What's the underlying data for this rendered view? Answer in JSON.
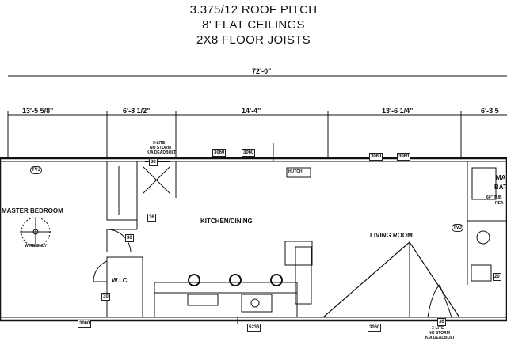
{
  "header": {
    "line1": "3.375/12 ROOF PITCH",
    "line2": "8' FLAT CEILINGS",
    "line3": "2X8 FLOOR JOISTS"
  },
  "dimensions": {
    "overall": "72'-0\"",
    "seg1": "13'-5 5/8\"",
    "seg2": "6'-8 1/2\"",
    "seg3": "14'-4\"",
    "seg4": "13'-6 1/4\"",
    "seg5": "6'-3 5"
  },
  "rooms": {
    "master_bedroom": "MASTER BEDROOM",
    "kitchen_dining": "KITCHEN/DINING",
    "living_room": "LIVING ROOM",
    "wic": "W.I.C.",
    "hutch": "HUTCH",
    "master_bath_a": "MA",
    "master_bath_b": "BAT"
  },
  "notes": {
    "door_top_l1": "3-LITE",
    "door_top_l2": "NO STORM",
    "door_top_l3": "K/A DEADBOLT",
    "door_bot_l1": "3-LITE",
    "door_bot_l2": "NO STORM",
    "door_bot_l3": "K/A DEADBOLT",
    "tub": "60\" TUB",
    "tub_b": "REA",
    "fan": "WIRE ONLY"
  },
  "tags": {
    "tvj_left": "TVJ",
    "tvj_right": "TVJ",
    "d38": "38",
    "d36a": "36",
    "d36b": "36",
    "d30": "30",
    "d36c": "36",
    "w3060_1": "3060",
    "w3060_2": "3060",
    "w3060_3": "3060",
    "w3060_4": "3060",
    "w3060_5": "3060",
    "w3060_6": "3060",
    "w5236": "5236",
    "d20": "20"
  }
}
